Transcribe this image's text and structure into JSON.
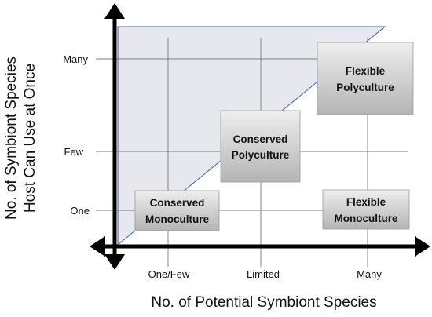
{
  "axes": {
    "x_title": "No. of Potential Symbiont Species",
    "y_title_line1": "No. of Symbiont Species",
    "y_title_line2": "Host Can Use at Once",
    "x_ticks": [
      "One/Few",
      "Limited",
      "Many"
    ],
    "y_ticks": [
      "Many",
      "Few",
      "One"
    ]
  },
  "boxes": [
    {
      "id": "conserved-monoculture",
      "line1": "Conserved",
      "line2": "Monoculture"
    },
    {
      "id": "conserved-polyculture",
      "line1": "Conserved",
      "line2": "Polyculture"
    },
    {
      "id": "flexible-polyculture",
      "line1": "Flexible",
      "line2": "Polyculture"
    },
    {
      "id": "flexible-monoculture",
      "line1": "Flexible",
      "line2": "Monoculture"
    }
  ],
  "colors": {
    "triangle_fill": "#e6e8ee",
    "triangle_stroke": "#3f5f8f",
    "box_fill_light": "#eeeeee",
    "box_fill_dark": "#b4b4b4",
    "axis": "#000000"
  }
}
